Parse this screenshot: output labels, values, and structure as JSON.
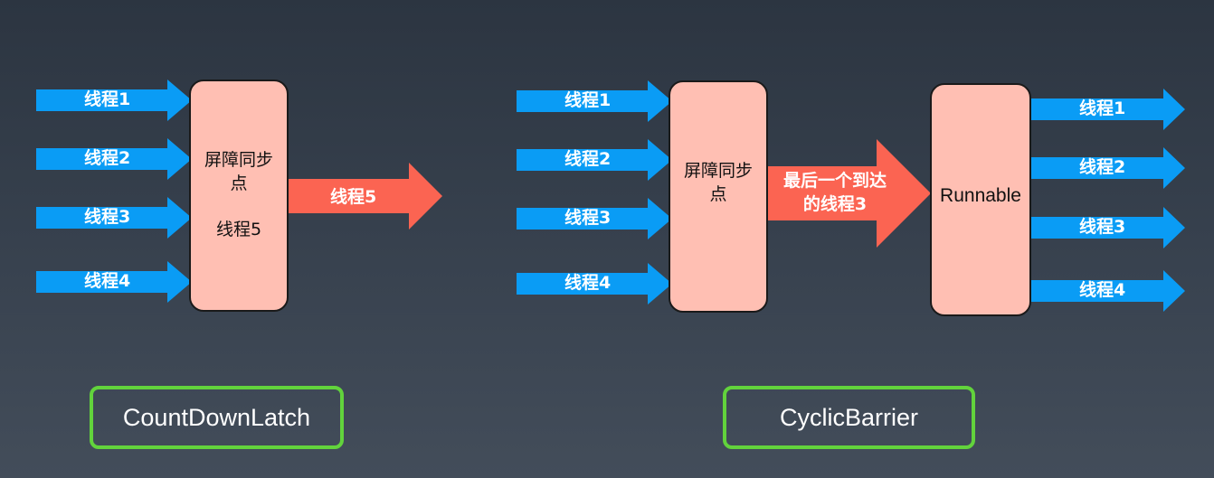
{
  "colors": {
    "blue_arrow": "#0a9cf5",
    "red_arrow": "#fb6452",
    "box_fill": "#ffbfb3",
    "legend_border": "#62d33c"
  },
  "countdown": {
    "inputs": [
      "线程1",
      "线程2",
      "线程3",
      "线程4"
    ],
    "box_text": "屏障同步\n点\n\n线程5",
    "output": "线程5",
    "legend": "CountDownLatch"
  },
  "cyclic": {
    "inputs": [
      "线程1",
      "线程2",
      "线程3",
      "线程4"
    ],
    "box_text": "屏障同步\n点",
    "arrival": "最后一个到达\n的线程3",
    "runnable": "Runnable",
    "outputs": [
      "线程1",
      "线程2",
      "线程3",
      "线程4"
    ],
    "legend": "CyclicBarrier"
  }
}
